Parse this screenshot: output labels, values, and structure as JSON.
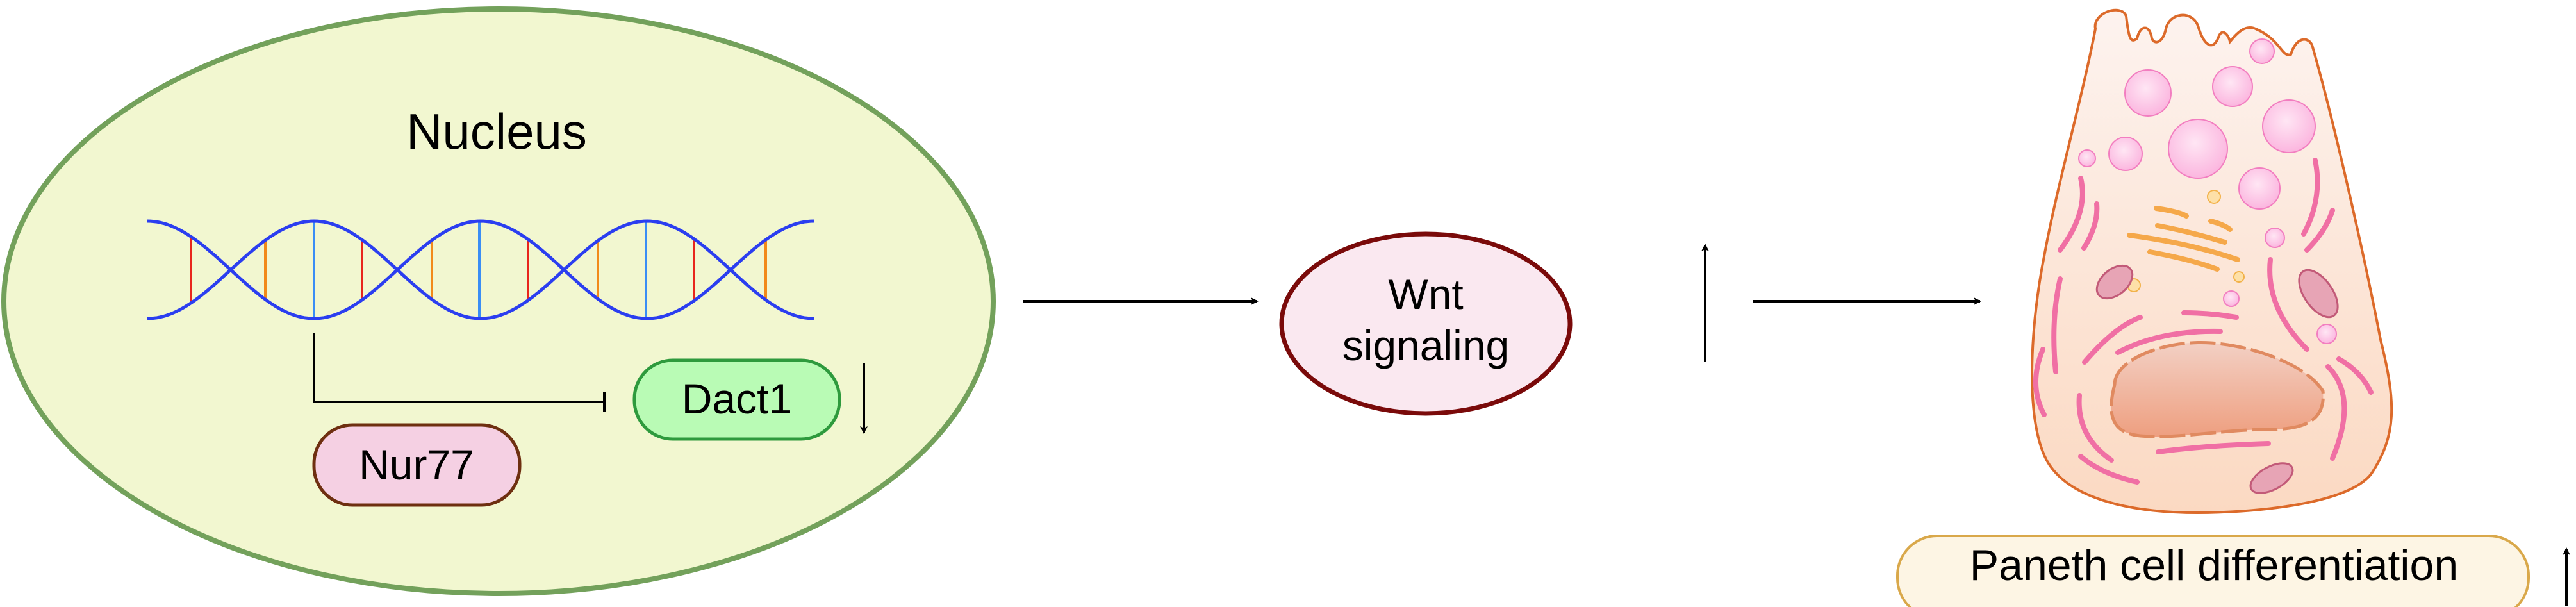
{
  "nucleus": {
    "title": "Nucleus"
  },
  "genes": {
    "dact1": "Dact1",
    "nur77": "Nur77"
  },
  "pathway": {
    "wnt_line1": "Wnt",
    "wnt_line2": "signaling"
  },
  "outcome": {
    "label": "Paneth cell differentiation"
  },
  "indicators": {
    "dact1": "down",
    "wnt": "up",
    "paneth": "up"
  },
  "colors": {
    "nucleus_fill": "#f2f7d0",
    "nucleus_stroke": "#73a15b",
    "dna_strand": "#2b3ef0",
    "rung_blue": "#3a8ef5",
    "rung_red": "#e8261c",
    "rung_orange": "#f28a1a",
    "dact1_fill": "#b9fbb5",
    "dact1_stroke": "#2e9a3d",
    "nur77_fill": "#f5d0e3",
    "nur77_stroke": "#6e2f10",
    "wnt_fill": "#fae8f0",
    "wnt_stroke": "#7a0a0a",
    "label_fill": "#fdf5e4",
    "label_stroke": "#d9a84a"
  }
}
